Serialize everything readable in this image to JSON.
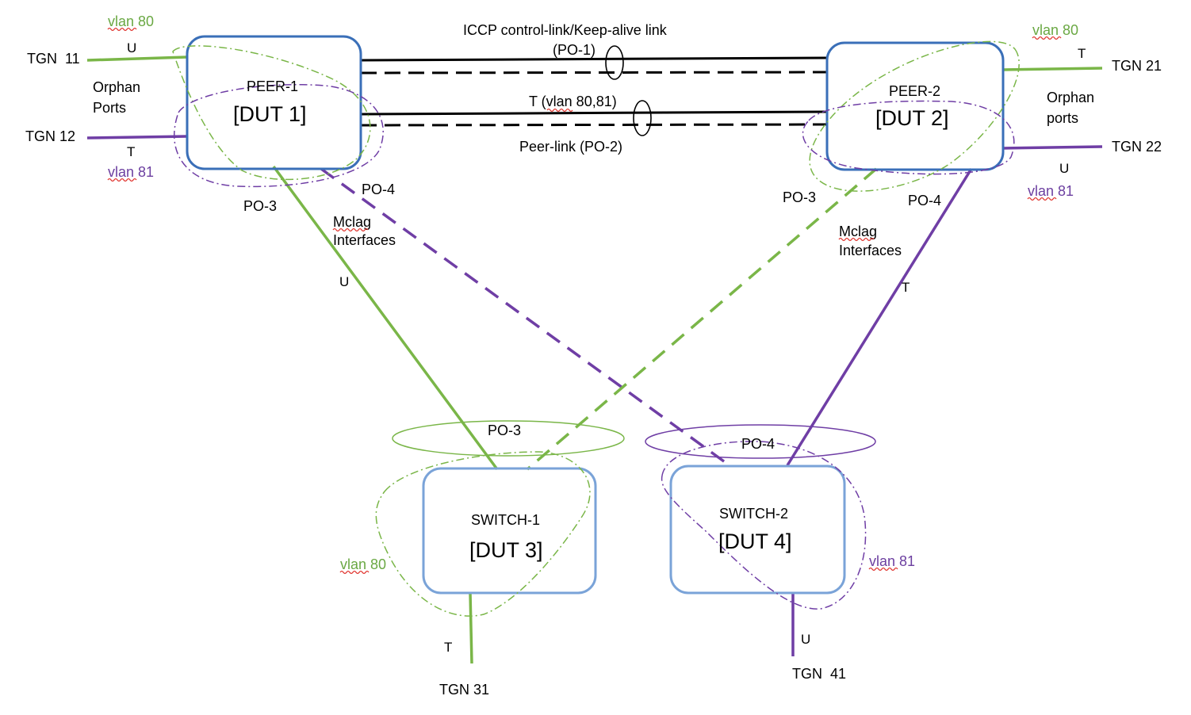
{
  "colors": {
    "green": "#7ab648",
    "purple": "#6f3ea5",
    "box_border": "#3a6fb8",
    "switch_border": "#7aa3d8",
    "black": "#000000"
  },
  "peer1": {
    "name": "PEER-1",
    "dut": "[DUT 1]"
  },
  "peer2": {
    "name": "PEER-2",
    "dut": "[DUT 2]"
  },
  "switch1": {
    "name": "SWITCH-1",
    "dut": "[DUT 3]"
  },
  "switch2": {
    "name": "SWITCH-2",
    "dut": "[DUT 4]"
  },
  "links": {
    "iccp": "ICCP control-link/Keep-alive link",
    "po1": "(PO-1)",
    "trunk": "T (vlan 80,81)",
    "peerlink": "Peer-link (PO-2)"
  },
  "tgn": {
    "t11": "TGN  11",
    "t12": "TGN 12",
    "t21": "TGN 21",
    "t22": "TGN 22",
    "t31": "TGN 31",
    "t41": "TGN  41"
  },
  "tags": {
    "u": "U",
    "t": "T"
  },
  "vlans": {
    "v80": "vlan 80",
    "v81": "vlan 81"
  },
  "orphan": {
    "left_line1": "Orphan",
    "left_line2": "Ports",
    "right_line1": "Orphan",
    "right_line2": "ports"
  },
  "po": {
    "po3": "PO-3",
    "po4": "PO-4"
  },
  "mclag": {
    "line1": "Mclag",
    "line2": "Interfaces"
  }
}
